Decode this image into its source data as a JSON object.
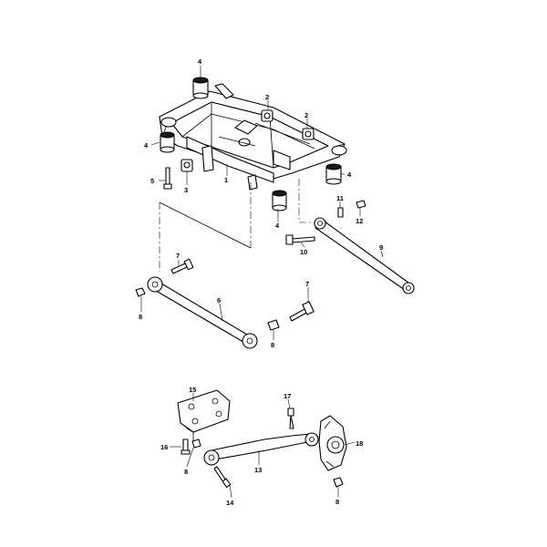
{
  "callouts": {
    "c1": "1",
    "c2a": "2",
    "c2b": "2",
    "c3": "3",
    "c4a": "4",
    "c4b": "4",
    "c4c": "4",
    "c4d": "4",
    "c5": "5",
    "c6": "6",
    "c7a": "7",
    "c7b": "7",
    "c8a": "8",
    "c8b": "8",
    "c8c": "8",
    "c8d": "8",
    "c9": "9",
    "c10": "10",
    "c11": "11",
    "c12": "12",
    "c13": "13",
    "c14": "14",
    "c15": "15",
    "c16": "16",
    "c17": "17",
    "c18": "18"
  }
}
